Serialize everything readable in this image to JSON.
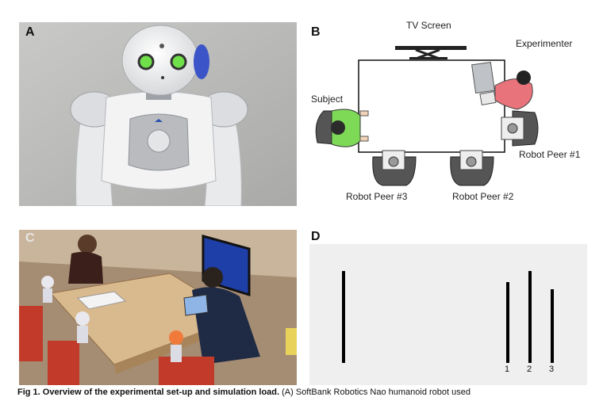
{
  "panels": {
    "a": {
      "label": "A"
    },
    "b": {
      "label": "B",
      "tv": "TV Screen",
      "experimenter": "Experimenter",
      "subject": "Subject",
      "peer1": "Robot Peer #1",
      "peer2": "Robot Peer #2",
      "peer3": "Robot Peer #3"
    },
    "c": {
      "label": "C"
    },
    "d": {
      "label": "D",
      "line_labels": [
        "1",
        "2",
        "3"
      ]
    }
  },
  "caption": {
    "bold": "Fig 1. Overview of the experimental set-up and simulation load.",
    "rest": " (A) SoftBank Robotics Nao humanoid robot used"
  }
}
